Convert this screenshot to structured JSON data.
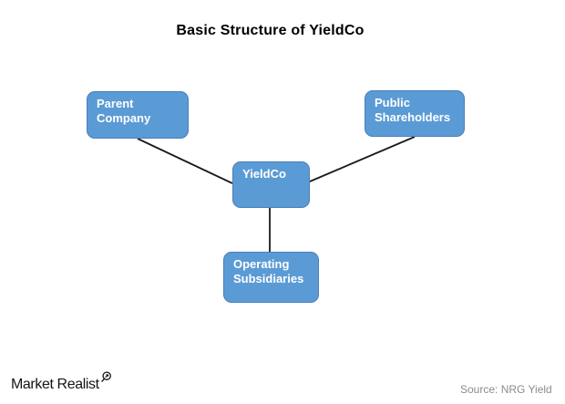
{
  "title": "Basic Structure of YieldCo",
  "diagram": {
    "nodes": [
      {
        "id": "parent-company",
        "label": "Parent Company"
      },
      {
        "id": "public-shareholders",
        "label": "Public Shareholders"
      },
      {
        "id": "yieldco",
        "label": "YieldCo"
      },
      {
        "id": "operating-subsidiaries",
        "label": "Operating Subsidiaries"
      }
    ],
    "edges": [
      {
        "from": "parent-company",
        "to": "yieldco"
      },
      {
        "from": "public-shareholders",
        "to": "yieldco"
      },
      {
        "from": "yieldco",
        "to": "operating-subsidiaries"
      }
    ]
  },
  "footer": {
    "brand": "Market Realist",
    "source": "Source: NRG Yield"
  },
  "colors": {
    "background": "#FFFFFF",
    "node_fill": "#5B9BD5",
    "node_border": "#4A7EBB",
    "node_text": "#FFFFFF",
    "line": "#1A1A1A",
    "title_text": "#000000",
    "source_text": "#8C8C8C"
  }
}
